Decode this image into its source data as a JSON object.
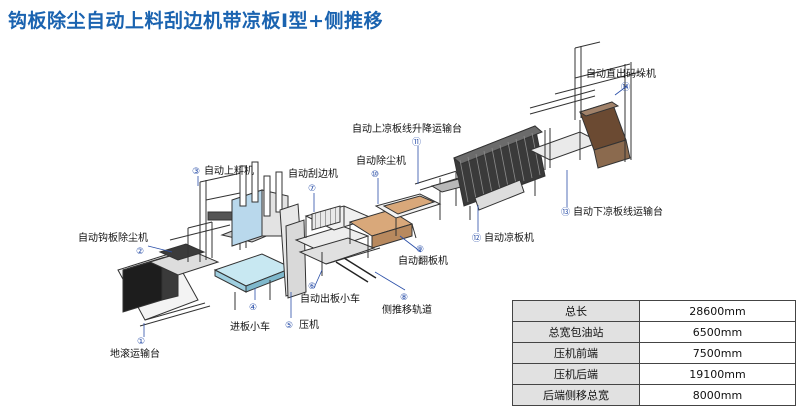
{
  "title": "钩板除尘自动上料刮边机带凉板Ⅰ型+侧推移",
  "callouts": [
    {
      "num": "①",
      "label": "地滚运输台"
    },
    {
      "num": "②",
      "label": "自动钩板除尘机"
    },
    {
      "num": "③",
      "label": "自动上料机"
    },
    {
      "num": "④",
      "label": "进板小车"
    },
    {
      "num": "⑤",
      "label": "压机"
    },
    {
      "num": "⑥",
      "label": "自动出板小车"
    },
    {
      "num": "⑦",
      "label": "自动刮边机"
    },
    {
      "num": "⑧",
      "label": "侧推移轨道"
    },
    {
      "num": "⑨",
      "label": "自动翻板机"
    },
    {
      "num": "⑩",
      "label": "自动除尘机"
    },
    {
      "num": "⑪",
      "label": "自动上凉板线升降运输台"
    },
    {
      "num": "⑫",
      "label": "自动凉板机"
    },
    {
      "num": "⑬",
      "label": "自动下凉板线运输台"
    },
    {
      "num": "⑭",
      "label": "自动直出码垛机"
    }
  ],
  "specs": [
    {
      "label": "总长",
      "value": "28600mm"
    },
    {
      "label": "总宽包油站",
      "value": "6500mm"
    },
    {
      "label": "压机前端",
      "value": "7500mm"
    },
    {
      "label": "压机后端",
      "value": "19100mm"
    },
    {
      "label": "后端侧移总宽",
      "value": "8000mm"
    }
  ],
  "colors": {
    "title": "#1a63b0",
    "callout": "#2a4fa8",
    "cell_shade": "#e1e1e1"
  }
}
